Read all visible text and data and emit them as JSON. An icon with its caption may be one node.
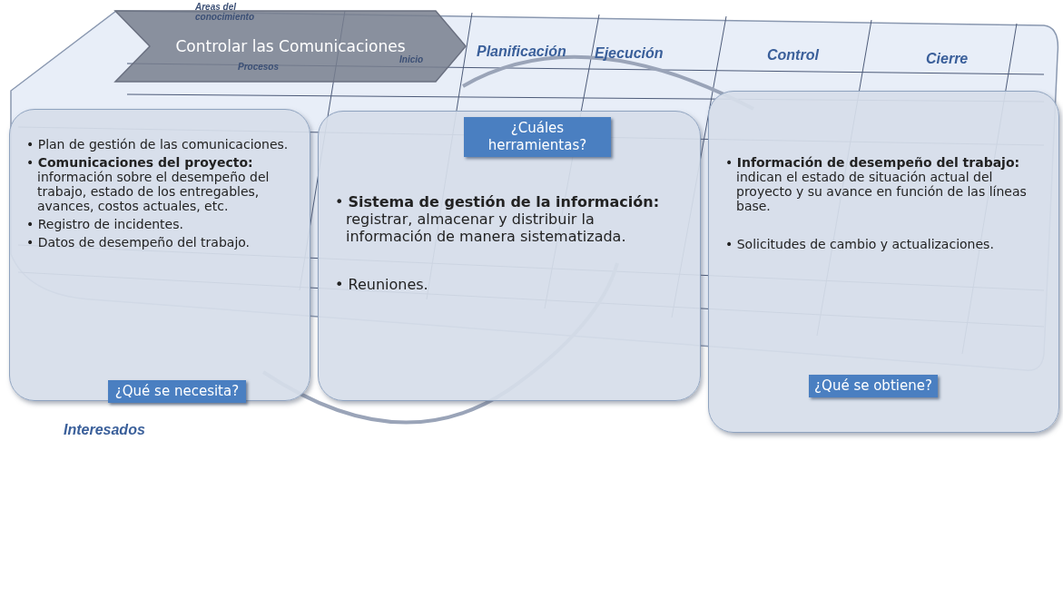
{
  "diagram": {
    "nodes": [
      {
        "text": [
          "Controlar las Comunicaciones"
        ]
      },
      {
        "text": [
          "• Plan de gestión de las comunicaciones.",
          "• **Comunicaciones del proyecto:** información sobre el desempeño del trabajo, estado de los entregables, avances, costos actuales, etc.",
          "• Registro de incidentes.",
          "• Datos de desempeño del trabajo.",
          "¿Qué se necesita?"
        ]
      },
      {
        "text": [
          "¿Cuáles herramientas?",
          "• **Sistema de gestión de la información:** registrar, almacenar y distribuir la información de manera sistematizada.",
          "• Reuniones."
        ]
      },
      {
        "text": [
          "• **Información de desempeño del trabajo:** indican el estado de situación actual del proyecto y su avance en función de las líneas base.",
          "• Solicitudes de cambio y actualizaciones.",
          "¿Qué se obtiene?"
        ]
      }
    ],
    "labels": [
      "Areas del conocimiento",
      "Procesos",
      "Inicio",
      "Planificación",
      "Ejecución",
      "Control",
      "Cierre",
      "Interesados"
    ]
  }
}
